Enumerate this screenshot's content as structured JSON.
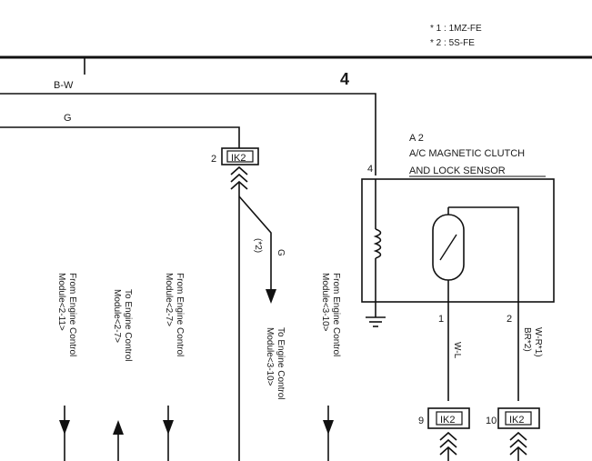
{
  "notes": [
    "* 1 : 1MZ-FE",
    "* 2 : 5S-FE"
  ],
  "page_number": "4",
  "wire_labels": {
    "bw": "B-W",
    "g_top": "G",
    "g_branch": "G",
    "star2": "(*2)",
    "wl": "W-L",
    "wr": "W-R*1)",
    "br": "BR*2)"
  },
  "component": {
    "ref": "A 2",
    "name_line1": "A/C MAGNETIC CLUTCH",
    "name_line2": "AND LOCK SENSOR",
    "pin_coil": "4",
    "pin_1": "1",
    "pin_2": "2"
  },
  "connectors": {
    "ik2_top": {
      "pin": "2",
      "label": "IK2"
    },
    "ik2_a": {
      "pin": "9",
      "label": "IK2"
    },
    "ik2_b": {
      "pin": "10",
      "label": "IK2"
    }
  },
  "arrows": [
    {
      "label_1": "From Engine Control",
      "label_2": "Module<2-11>",
      "direction": "down"
    },
    {
      "label_1": "To Engine Control",
      "label_2": "Module<2-7>",
      "direction": "up"
    },
    {
      "label_1": "From Engine Control",
      "label_2": "Module<2-7>",
      "direction": "down"
    },
    {
      "label_1": "To Engine Control",
      "label_2": "Module<3-10>",
      "direction": "down"
    },
    {
      "label_1": "From Engine Control",
      "label_2": "Module<3-10>",
      "direction": "down"
    }
  ]
}
